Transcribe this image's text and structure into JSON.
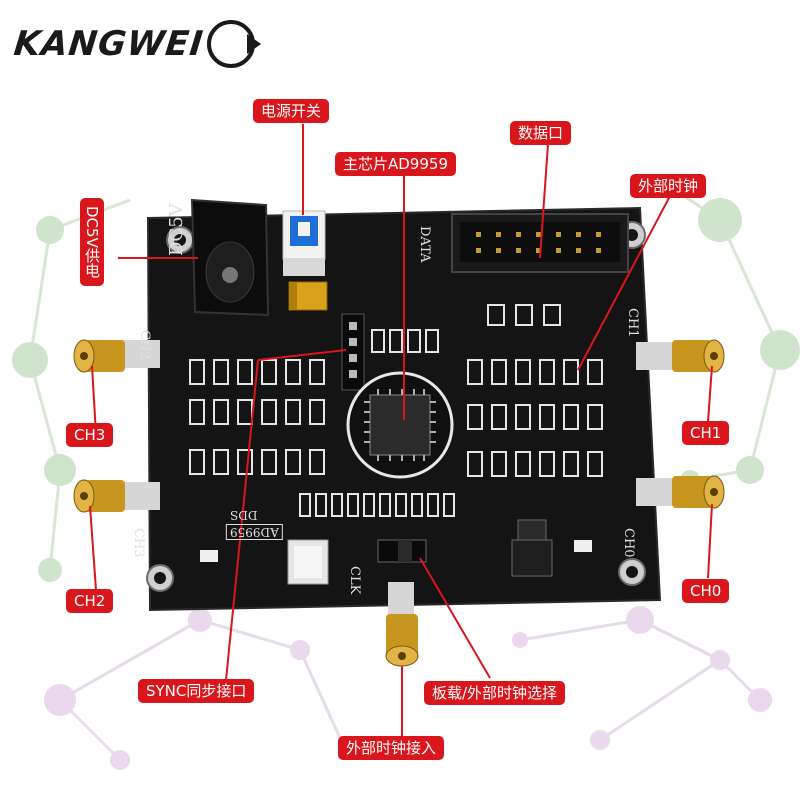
{
  "brand": {
    "name": "KANGWEI",
    "logo_letters": "K"
  },
  "callouts": {
    "power_switch": "电源开关",
    "data_port": "数据口",
    "main_chip": "主芯片AD9959",
    "ext_clock": "外部时钟",
    "dc_power": "DC5V供电",
    "ch3": "CH3",
    "ch2": "CH2",
    "ch1": "CH1",
    "ch0": "CH0",
    "sync_port": "SYNC同步接口",
    "clock_select": "板载/外部时钟选择",
    "ext_clock_in": "外部时钟接入"
  },
  "silkscreen": {
    "dc": "DC5V",
    "data": "DATA",
    "ch2": "CH2",
    "ch1": "CH1",
    "ch3": "CH3",
    "ch0": "CH0",
    "clk": "CLK",
    "dds": "DDS",
    "model": "AD9959"
  },
  "colors": {
    "callout": "#d8161c",
    "board": "#141414",
    "connector_gold": "#c8961e",
    "network": "#cfe3cd"
  }
}
